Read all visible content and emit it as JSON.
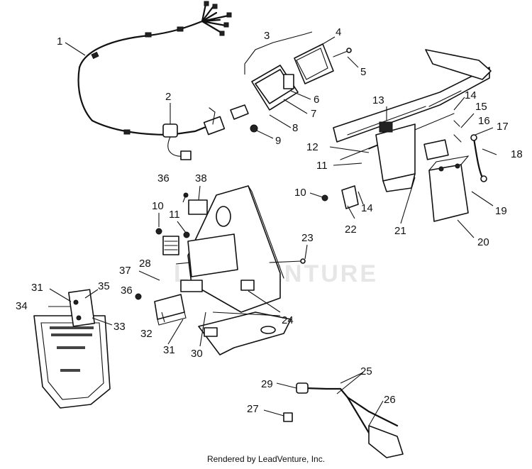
{
  "diagram": {
    "watermark": "LEADVENTURE",
    "credit": "Rendered by LeadVenture, Inc.",
    "callouts": [
      {
        "id": "c1",
        "text": "1"
      },
      {
        "id": "c2",
        "text": "2"
      },
      {
        "id": "c3",
        "text": "3"
      },
      {
        "id": "c4",
        "text": "4"
      },
      {
        "id": "c5",
        "text": "5"
      },
      {
        "id": "c6",
        "text": "6"
      },
      {
        "id": "c7",
        "text": "7"
      },
      {
        "id": "c8",
        "text": "8"
      },
      {
        "id": "c9",
        "text": "9"
      },
      {
        "id": "c10a",
        "text": "10"
      },
      {
        "id": "c10b",
        "text": "10"
      },
      {
        "id": "c11a",
        "text": "11"
      },
      {
        "id": "c11b",
        "text": "11"
      },
      {
        "id": "c12",
        "text": "12"
      },
      {
        "id": "c13",
        "text": "13"
      },
      {
        "id": "c14a",
        "text": "14"
      },
      {
        "id": "c14b",
        "text": "14"
      },
      {
        "id": "c15",
        "text": "15"
      },
      {
        "id": "c16",
        "text": "16"
      },
      {
        "id": "c17",
        "text": "17"
      },
      {
        "id": "c18",
        "text": "18"
      },
      {
        "id": "c19",
        "text": "19"
      },
      {
        "id": "c20",
        "text": "20"
      },
      {
        "id": "c21",
        "text": "21"
      },
      {
        "id": "c22",
        "text": "22"
      },
      {
        "id": "c23",
        "text": "23"
      },
      {
        "id": "c24",
        "text": "24"
      },
      {
        "id": "c25",
        "text": "25"
      },
      {
        "id": "c26",
        "text": "26"
      },
      {
        "id": "c27",
        "text": "27"
      },
      {
        "id": "c28",
        "text": "28"
      },
      {
        "id": "c29",
        "text": "29"
      },
      {
        "id": "c30",
        "text": "30"
      },
      {
        "id": "c31a",
        "text": "31"
      },
      {
        "id": "c31b",
        "text": "31"
      },
      {
        "id": "c32",
        "text": "32"
      },
      {
        "id": "c33",
        "text": "33"
      },
      {
        "id": "c34",
        "text": "34"
      },
      {
        "id": "c35",
        "text": "35"
      },
      {
        "id": "c36a",
        "text": "36"
      },
      {
        "id": "c36b",
        "text": "36"
      },
      {
        "id": "c37",
        "text": "37"
      },
      {
        "id": "c38",
        "text": "38"
      }
    ]
  }
}
